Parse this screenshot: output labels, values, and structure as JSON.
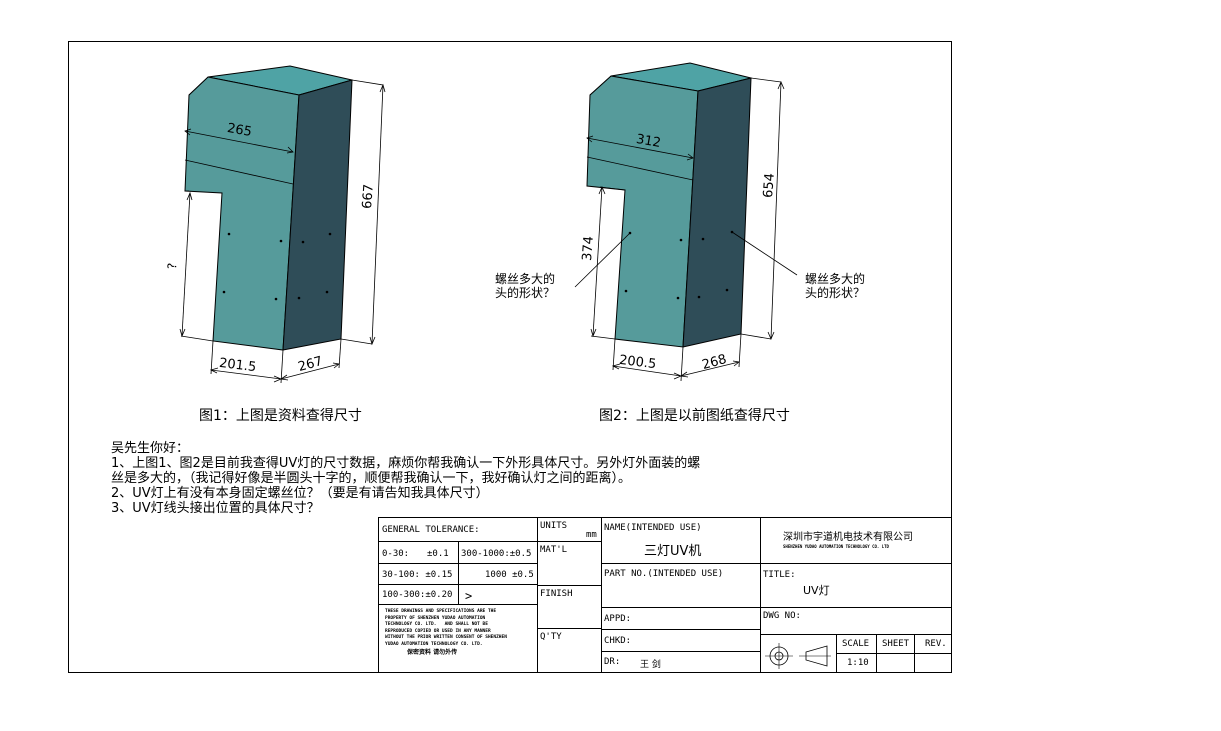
{
  "figures": {
    "left": {
      "dims": {
        "width_top": "265",
        "height": "667",
        "unknown": "?",
        "bottom_front": "201.5",
        "bottom_side": "267"
      },
      "caption": "图1：上图是资料查得尺寸"
    },
    "right": {
      "dims": {
        "width_top": "312",
        "height": "654",
        "notch": "374",
        "bottom_front": "200.5",
        "bottom_side": "268"
      },
      "callout_left": [
        "螺丝多大的",
        "头的形状？"
      ],
      "callout_right": [
        "螺丝多大的",
        "头的形状？"
      ],
      "caption": "图2：上图是以前图纸查得尺寸"
    }
  },
  "note": {
    "greeting": "吴先生你好：",
    "lines": [
      "1、上图1、图2是目前我查得UV灯的尺寸数据，麻烦你帮我确认一下外形具体尺寸。另外灯外面装的螺",
      "丝是多大的，（我记得好像是半圆头十字的，顺便帮我确认一下，我好确认灯之间的距离）。",
      "2、UV灯上有没有本身固定螺丝位？（要是有请告知我具体尺寸）",
      "3、UV灯线头接出位置的具体尺寸？"
    ]
  },
  "title_block": {
    "general_tolerance": "GENERAL TOLERANCE:",
    "tol_0_30": "0-30:",
    "tol_0_30_val": "±0.1",
    "tol_30_100": "30-100: ±0.15",
    "tol_100_300": "100-300:±0.20",
    "tol_300_1000": "300-1000:±0.5",
    "tol_1000": "1000 ±0.5",
    "tol_gt": ">",
    "units": "UNITS",
    "mm": "mm",
    "matl": "MAT'L",
    "finish": "FINISH",
    "qty": "Q'TY",
    "name_label": "NAME(INTENDED USE)",
    "name_value": "三灯UV机",
    "part_no": "PART NO.(INTENDED USE)",
    "appd": "APPD:",
    "chkd": "CHKD:",
    "dr": "DR:",
    "dr_value": "王 剑",
    "company_cn": "深圳市宇道机电技术有限公司",
    "company_en": "SHENZHEN YUDAO AUTOMATION TECHNOLOGY CO. LTD",
    "title_label": "TITLE:",
    "title_value": "UV灯",
    "dwg_no": "DWG NO:",
    "scale": "SCALE",
    "scale_value": "1:10",
    "sheet": "SHEET",
    "rev": "REV.",
    "property_text": "THESE DRAWINGS AND SPECIFICATIONS ARE THE\nPROPERTY OF SHENZHEN YUDAO AUTOMATION\nTECHNOLOGY CO. LTD.   AND SHALL NOT BE\nREPRODUCED COPIED OR USED IN ANY MANNER\nWITHOUT THE PRIOR WRITTEN CONSENT OF SHENZHEN\nYUDAO AUTOMATION TECHNOLOGY CO. LTD.",
    "property_cn": "保密资料 请勿外传"
  },
  "colors": {
    "front_face": "#569B9B",
    "side_face": "#2F4D58",
    "top_face": "#4FA3A5"
  }
}
